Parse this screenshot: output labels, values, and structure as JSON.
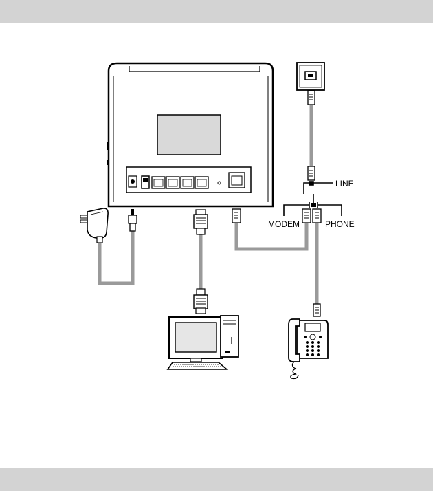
{
  "labels": {
    "line": "LINE",
    "modem": "MODEM",
    "phone": "PHONE"
  },
  "colors": {
    "band": "#d3d3d3",
    "cable": "#9a9a9a",
    "outline": "#000000",
    "screen": "#e6e6e6",
    "background": "#ffffff"
  },
  "router": {
    "lan_port_count": 4
  }
}
